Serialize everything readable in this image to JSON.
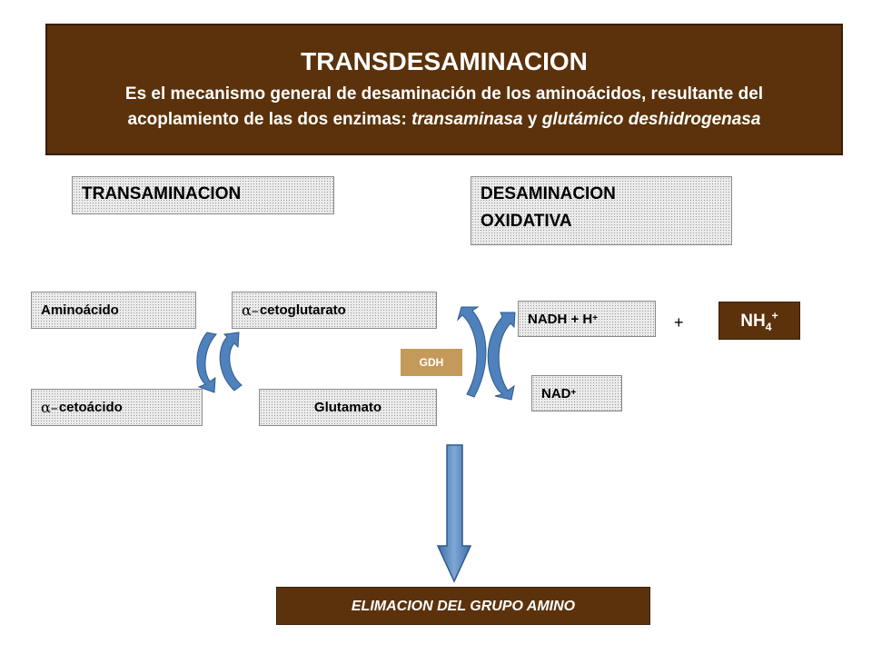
{
  "header": {
    "title": "TRANSDESAMINACION",
    "desc_line1": "Es el mecanismo general de desaminación de los aminoácidos, resultante del",
    "desc_line2_prefix": "acoplamiento de las dos enzimas: ",
    "desc_enzyme1": "transaminasa",
    "desc_join": " y ",
    "desc_enzyme2": "glutámico deshidrogenasa"
  },
  "sections": {
    "transaminacion": "TRANSAMINACION",
    "desaminacion_line1": "DESAMINACION",
    "desaminacion_line2": "OXIDATIVA"
  },
  "boxes": {
    "aminoacido": "Aminoácido",
    "alpha_symbol": "α–",
    "cetoglutarato": "cetoglutarato",
    "cetoacido": "cetoácido",
    "glutamato": "Glutamato",
    "nadh_text": "NADH + H",
    "nadh_sup": "+",
    "nad_text": "NAD",
    "nad_sup": "+",
    "plus": "+",
    "nh4_base": "NH",
    "nh4_sub": "4",
    "nh4_sup": "+",
    "gdh": "GDH",
    "bottom": "ELIMACION DEL GRUPO AMINO"
  },
  "colors": {
    "brown": "#5b320b",
    "gdh": "#c49a5a",
    "arrow_fill": "#4f81bd",
    "arrow_stroke": "#2f5a8a"
  }
}
